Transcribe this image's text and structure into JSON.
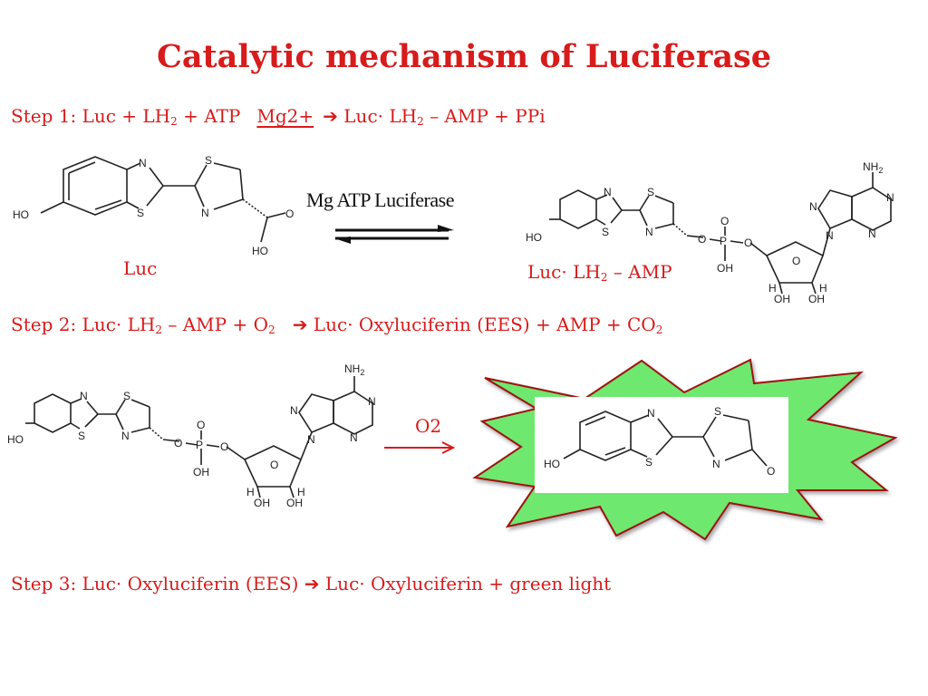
{
  "title": "Catalytic mechanism of Luciferase",
  "steps": [
    {
      "prefix": "Step 1:  Luc + LH",
      "sub1": "2",
      "middle": " + ATP",
      "catalyst": "Mg2+",
      "arrow": "➔",
      "product_a": "  Luc· LH",
      "sub2": "2",
      "product_b": " – AMP  + PPi"
    },
    {
      "prefix": "Step 2:  Luc· LH",
      "sub1": "2",
      "middle": " – AMP  + O",
      "sub2": "2",
      "arrow": "➔",
      "product_a": "  Luc· Oxyluciferin (EES) + AMP  + CO",
      "sub3": "2"
    },
    {
      "prefix": "Step 3:  Luc· Oxyluciferin (EES) ",
      "arrow": "➔",
      "product_a": " Luc· Oxyluciferin  + green light"
    }
  ],
  "labels": {
    "luc": "Luc",
    "luc_amp_a": "Luc· LH",
    "luc_amp_sub": "2",
    "luc_amp_b": " – AMP",
    "o2": "O2",
    "reagents": "Mg   ATP  Luciferase"
  },
  "atoms": {
    "ho": "HO",
    "n": "N",
    "s": "S",
    "o": "O",
    "p": "P",
    "oh": "OH",
    "h": "H",
    "nh2": "NH",
    "nh2_sub": "2"
  },
  "colors": {
    "text_red": "#d81b1b",
    "star_fill": "#6ee86e",
    "star_stroke": "#a11111"
  }
}
